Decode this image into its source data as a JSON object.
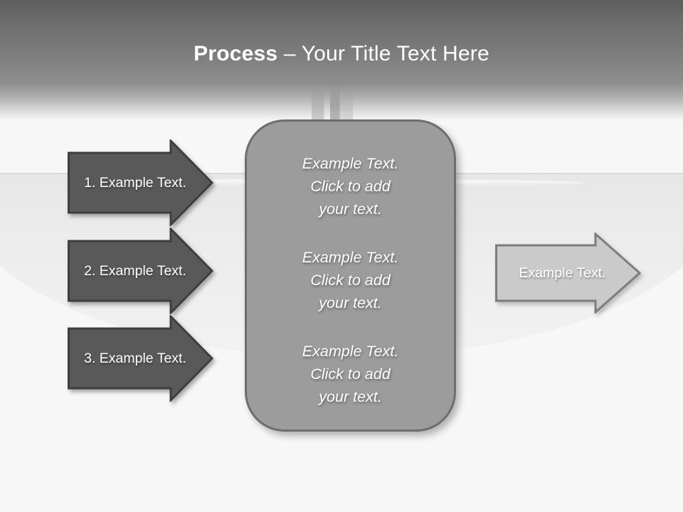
{
  "title": {
    "bold": "Process",
    "rest": " – Your Title Text Here"
  },
  "left_arrows": [
    {
      "label": "1. Example Text."
    },
    {
      "label": "2. Example Text."
    },
    {
      "label": "3. Example Text."
    }
  ],
  "center_box": {
    "items": [
      {
        "lines": [
          "Example Text.",
          "Click  to add",
          "your text."
        ]
      },
      {
        "lines": [
          "Example Text.",
          "Click  to add",
          "your text."
        ]
      },
      {
        "lines": [
          "Example Text.",
          "Click  to add",
          "your text."
        ]
      }
    ]
  },
  "right_arrow": {
    "label": "Example Text."
  },
  "colors": {
    "header_top": "#5e5e5e",
    "dark_arrow_fill": "#595959",
    "dark_arrow_border": "#3e3e3e",
    "box_fill": "#9c9c9c",
    "box_border": "#6e6e6e",
    "light_arrow_fill": "#cacaca",
    "light_arrow_border": "#7d7d7d",
    "text": "#ffffff",
    "background": "#f7f7f7"
  }
}
